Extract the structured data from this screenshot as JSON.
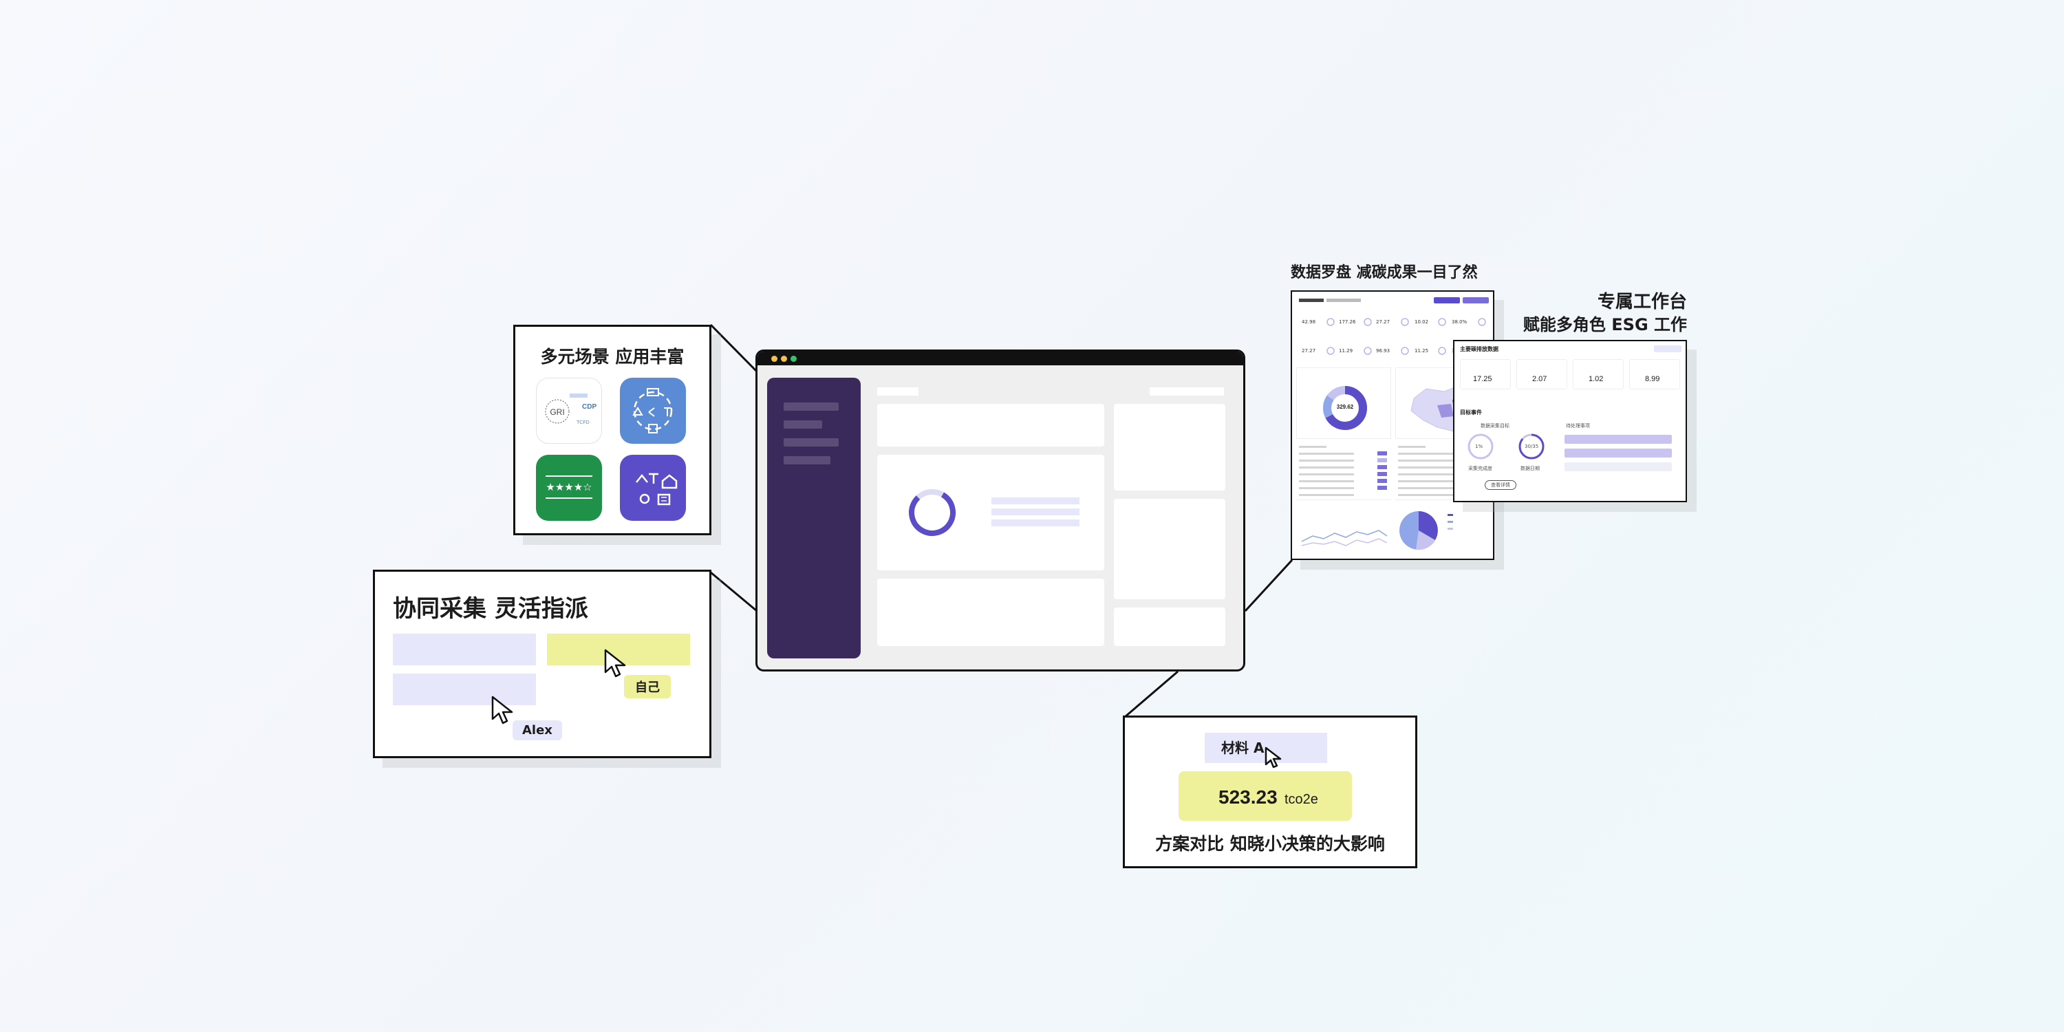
{
  "scenes": {
    "title": "多元场景 应用丰富",
    "tiles": [
      {
        "icon": "gri-cdp-logos-icon",
        "color": "#ffffff",
        "labels": [
          "GRI",
          "CDP",
          "TCFD"
        ]
      },
      {
        "icon": "cycle-icons-icon",
        "color": "#5b8bd4"
      },
      {
        "icon": "star-rating-icon",
        "color": "#1f9148",
        "stars": "★★★★☆"
      },
      {
        "icon": "factory-icons-icon",
        "color": "#5b4cc8"
      }
    ]
  },
  "collab": {
    "title": "协同采集 灵活指派",
    "tag_self": "自己",
    "tag_alex": "Alex"
  },
  "compare": {
    "material": "材料 A",
    "value": "523.23",
    "unit": "tco2e",
    "title": "方案对比 知晓小决策的大影响"
  },
  "dashboard": {
    "title": "数据罗盘 减碳成果一目了然",
    "center_value": "329.62"
  },
  "workbench": {
    "title_line1": "专属工作台",
    "title_line2": "赋能多角色 ESG 工作",
    "header": "主要碳排放数据",
    "stats": [
      {
        "value": "17.25"
      },
      {
        "value": "2.07"
      },
      {
        "value": "1.02"
      },
      {
        "value": "8.99"
      }
    ],
    "section": "目标事件",
    "progress_label_1": "数据采集目标",
    "progress_label_2": "待处理事项",
    "ring_1": "1%",
    "ring_2": "30/35",
    "ring_1_caption": "采集完成度",
    "ring_2_caption": "数据日期",
    "button": "查看详情"
  },
  "colors": {
    "purple": "#5b4cc8",
    "sidebar": "#3a2a5c",
    "lavender": "#e6e7fb",
    "yellow": "#eef09a"
  }
}
